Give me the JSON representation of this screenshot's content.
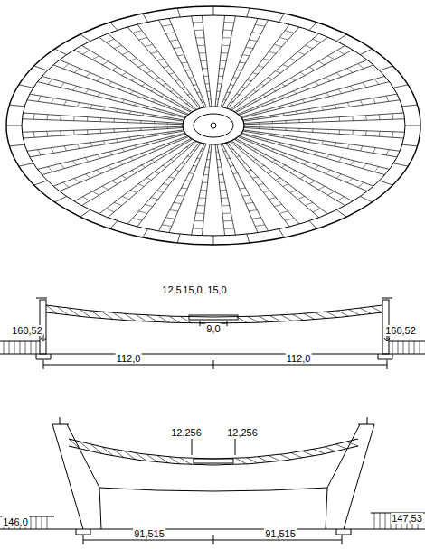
{
  "diagram": {
    "labels": [
      "12,5",
      "15,0",
      "15,0",
      "9,0",
      "160,52",
      "160,52",
      "112,0",
      "112,0",
      "12,256",
      "12,256",
      "146,0",
      "147,53",
      "91,515",
      "91,515"
    ]
  }
}
